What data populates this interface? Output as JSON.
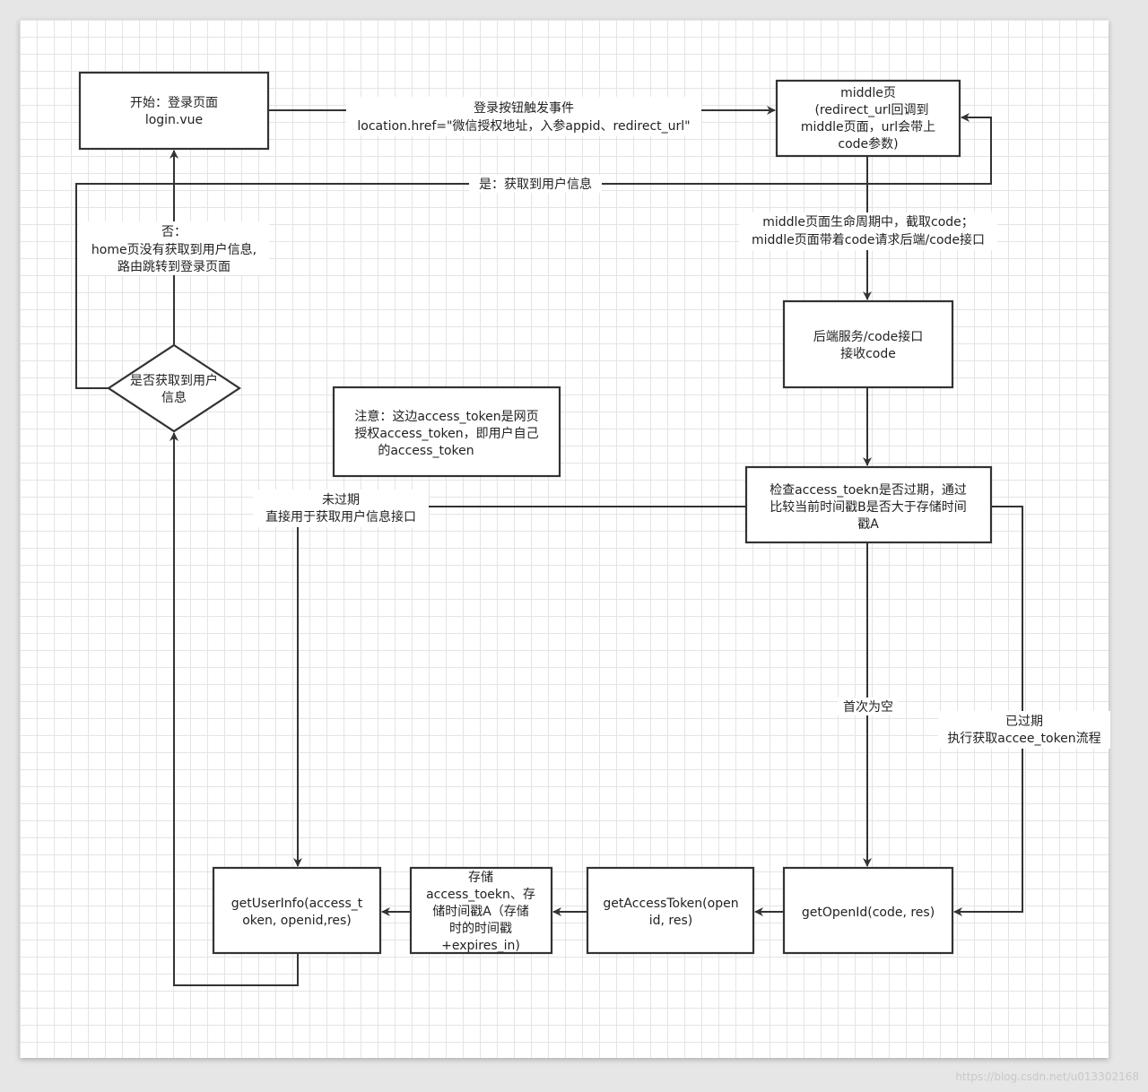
{
  "nodes": {
    "start": {
      "lines": [
        "开始：登录页面",
        "login.vue"
      ]
    },
    "middle": {
      "lines": [
        "middle页",
        "(redirect_url回调到",
        "middle页面，url会带上",
        "code参数)"
      ]
    },
    "backend": {
      "lines": [
        "后端服务/code接口",
        "接收code"
      ]
    },
    "check": {
      "lines": [
        "检查access_toekn是否过期，通过",
        "比较当前时间戳B是否大于存储时间",
        "戳A"
      ]
    },
    "note": {
      "lines": [
        "注意：这边access_token是网页",
        "授权access_token，即用户自己",
        "的access_token"
      ]
    },
    "decision": {
      "lines": [
        "是否获取到用户",
        "信息"
      ]
    },
    "get_user_info": {
      "lines": [
        "getUserInfo(access_t",
        "oken, openid,res)"
      ]
    },
    "store": {
      "lines": [
        "存储",
        "access_toekn、存",
        "储时间戳A（存储",
        "时的时间戳",
        "+expires_in)"
      ]
    },
    "get_access_token": {
      "lines": [
        "getAccessToken(open",
        "id, res)"
      ]
    },
    "get_open_id": {
      "lines": [
        "getOpenId(code, res)"
      ]
    }
  },
  "edges": {
    "login_click": {
      "lines": [
        "登录按钮触发事件",
        "location.href=\"微信授权地址，入参appid、redirect_url\""
      ]
    },
    "yes_got_info": {
      "lines": [
        "是：获取到用户信息"
      ]
    },
    "no_info": {
      "lines": [
        "否：",
        "home页没有获取到用户信息,",
        "路由跳转到登录页面"
      ]
    },
    "middle_to_backend": {
      "lines": [
        "middle页面生命周期中，截取code；",
        "middle页面带着code请求后端/code接口"
      ]
    },
    "not_expired": {
      "lines": [
        "未过期",
        "直接用于获取用户信息接口"
      ]
    },
    "first_empty": {
      "lines": [
        "首次为空"
      ]
    },
    "expired": {
      "lines": [
        "已过期",
        "执行获取accee_token流程"
      ]
    }
  },
  "watermark": "https://blog.csdn.net/u013302168"
}
